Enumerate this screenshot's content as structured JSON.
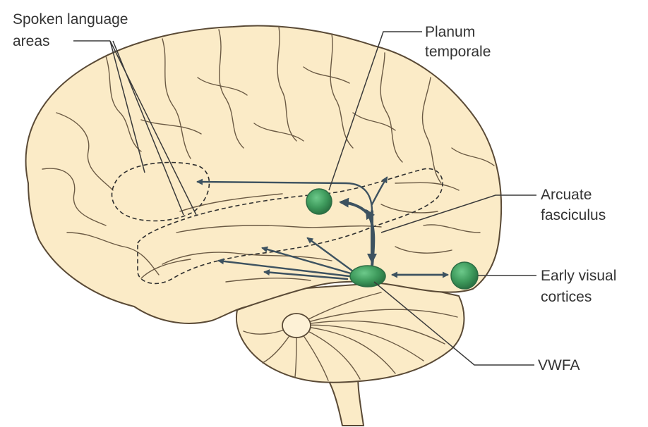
{
  "labels": {
    "spoken_language_line1": "Spoken language",
    "spoken_language_line2": "areas",
    "planum_line1": "Planum",
    "planum_line2": "temporale",
    "arcuate_line1": "Arcuate",
    "arcuate_line2": "fasciculus",
    "early_visual_line1": "Early visual",
    "early_visual_line2": "cortices",
    "vwfa": "VWFA"
  },
  "colors": {
    "brain_fill": "#fbebc7",
    "brain_outline": "#5a4a36",
    "node_green": "#3e9a5c",
    "tract": "#3d5260",
    "label_text": "#333333"
  },
  "nodes": [
    "planum-temporale-node",
    "vwfa-node",
    "early-visual-node"
  ]
}
